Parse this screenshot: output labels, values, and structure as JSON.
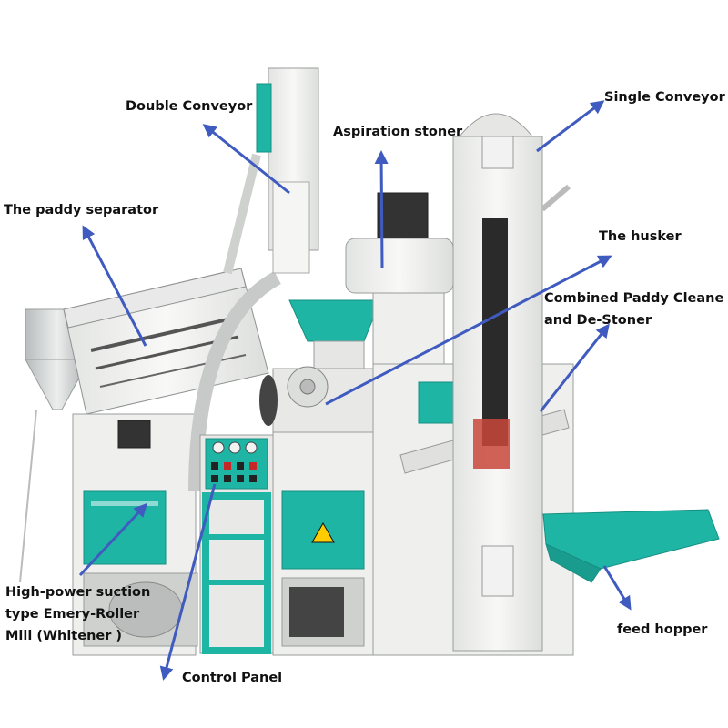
{
  "diagram": {
    "subject": "combined rice mill machine",
    "colors": {
      "machine_body": "#f1f2f0",
      "panel": "#1fb5a4",
      "arrow": "#3f5bc0",
      "label_text": "#111111"
    },
    "labels": {
      "double_conveyor": "Double Conveyor",
      "aspiration_stoner": "Aspiration stoner",
      "single_conveyor": "Single Conveyor",
      "paddy_separator": "The paddy separator",
      "husker": "The husker",
      "paddy_cleaner_line1": "Combined Paddy Cleane",
      "paddy_cleaner_line2": "and De-Stoner",
      "whitener_line1": "High-power suction",
      "whitener_line2": "type Emery-Roller",
      "whitener_line3": "Mill (Whitener )",
      "feed_hopper": "feed hopper",
      "control_panel": "Control Panel"
    }
  }
}
